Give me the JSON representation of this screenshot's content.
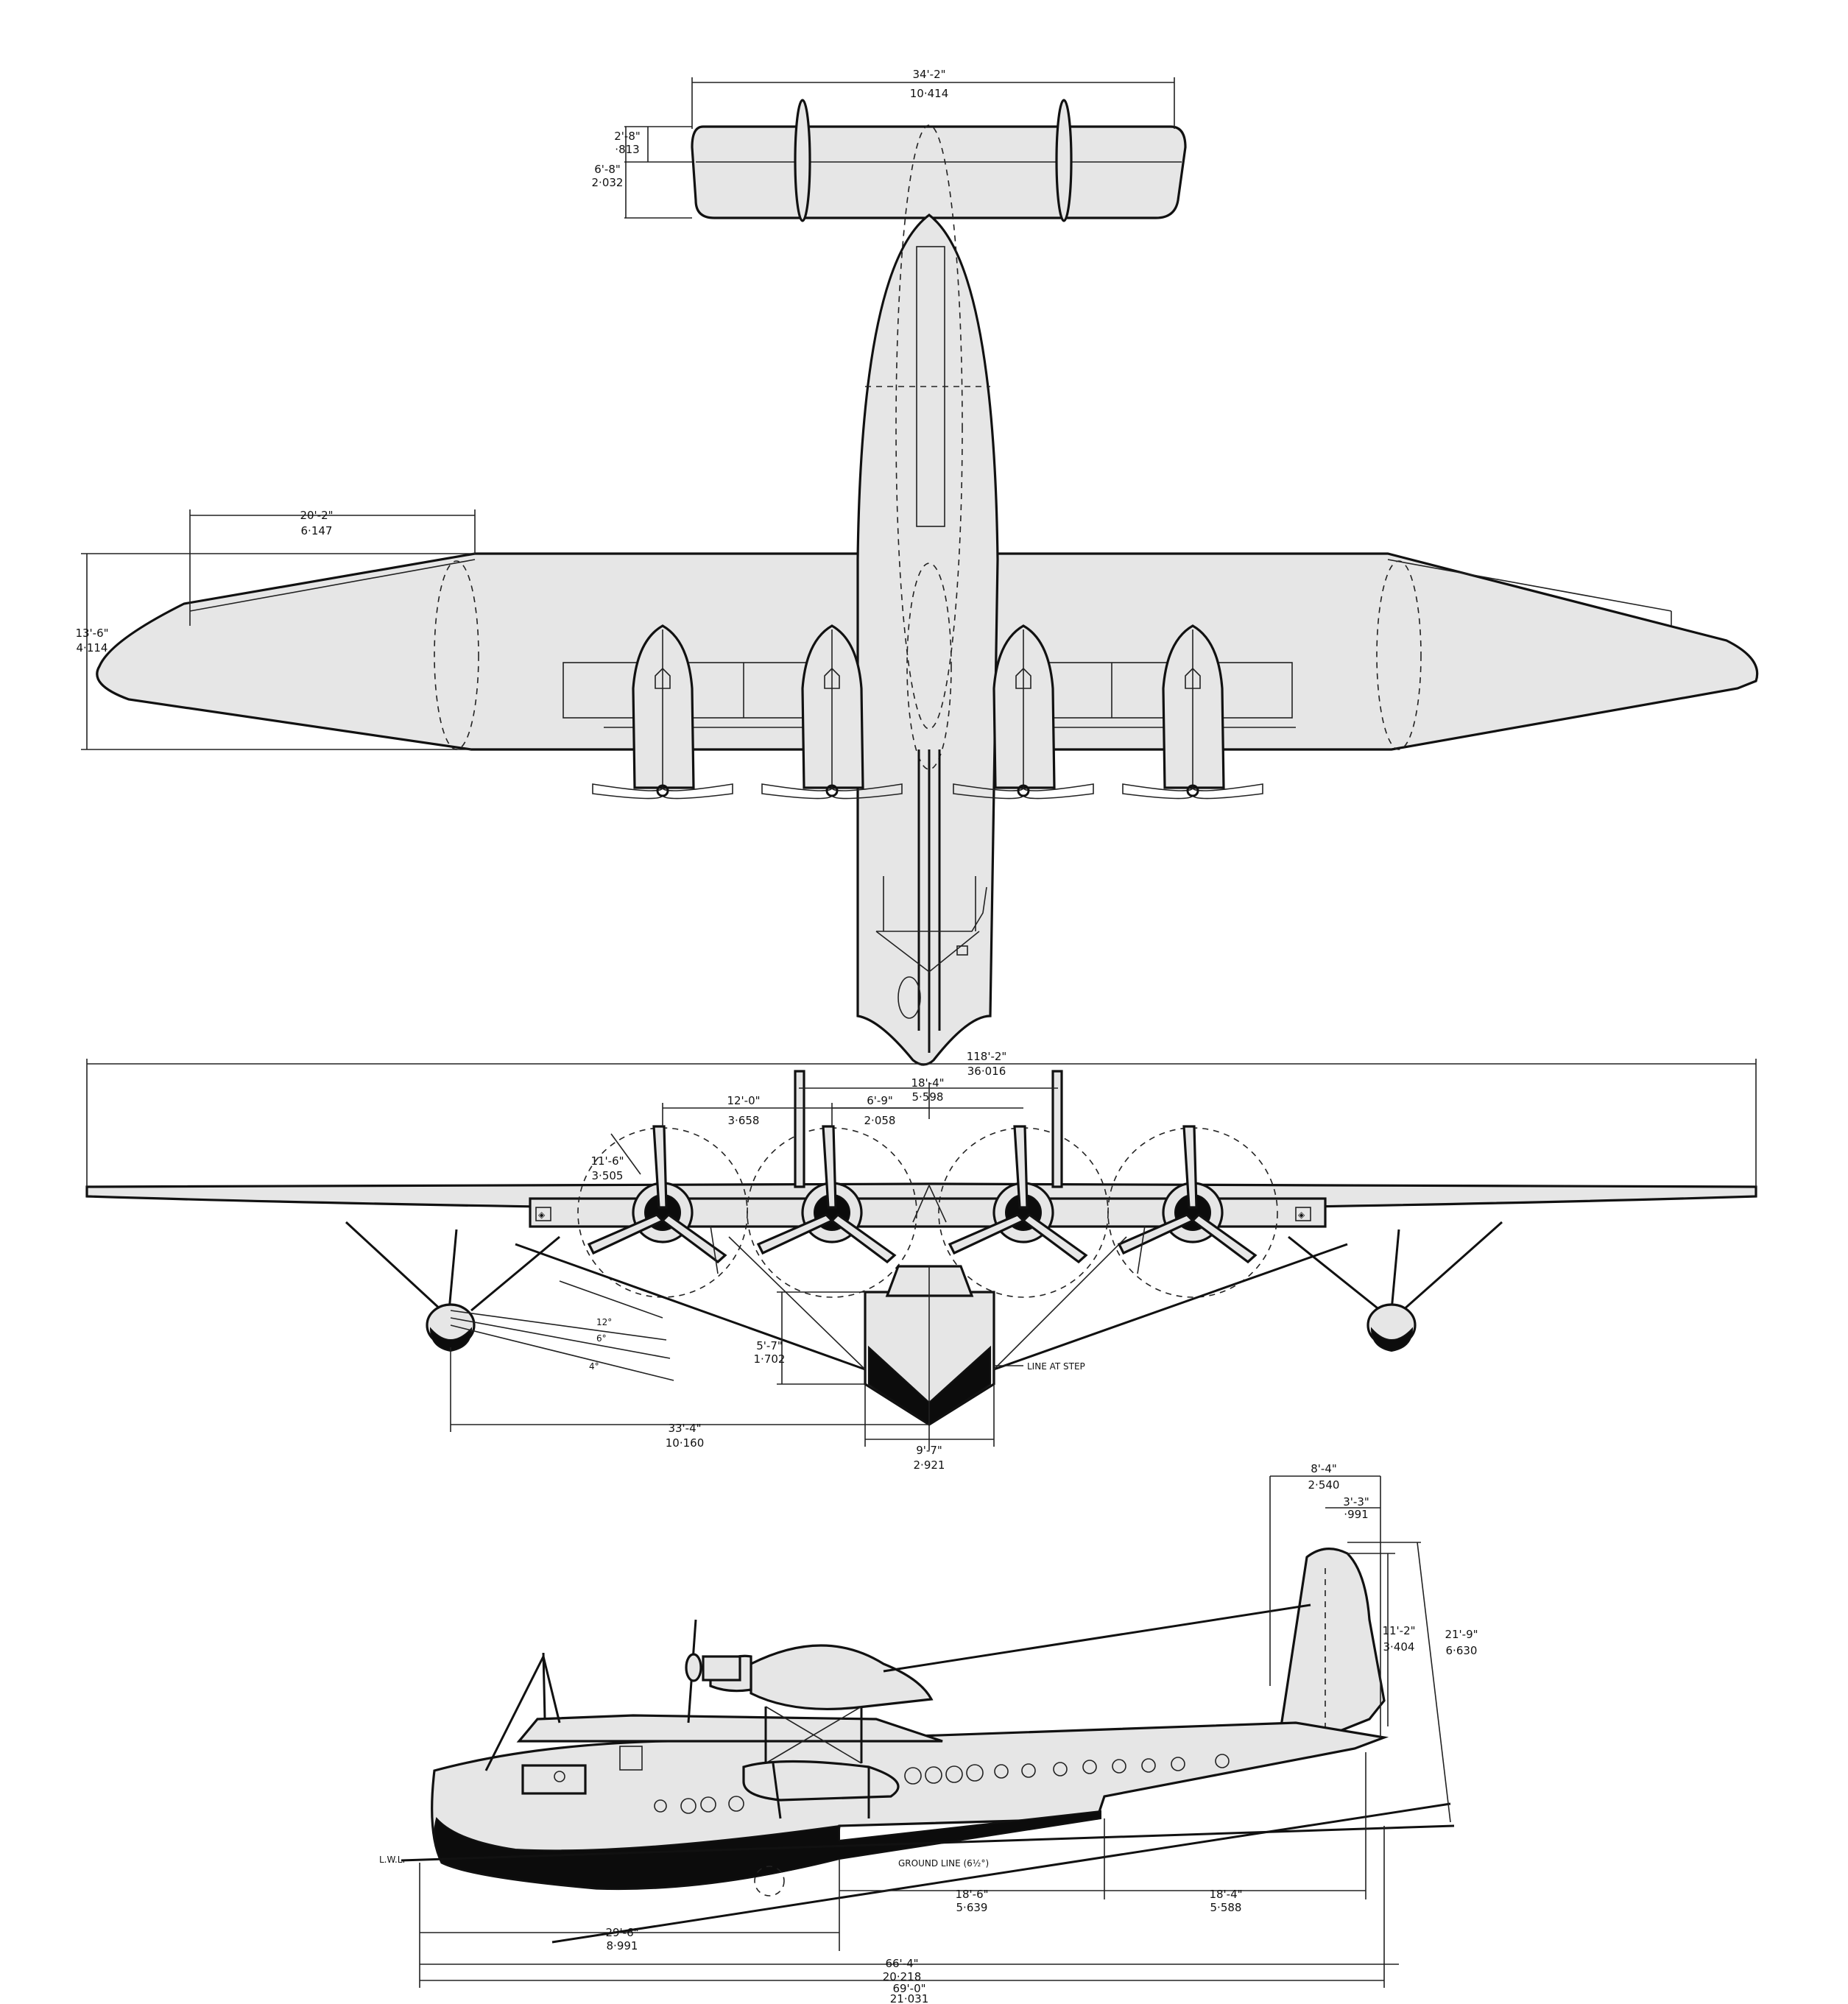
{
  "dimensions": {
    "tail_span": {
      "ft": "34'-2\"",
      "m": "10·414"
    },
    "elev_chord": {
      "ft": "2'-8\"",
      "m": "·813"
    },
    "tail_chord": {
      "ft": "6'-8\"",
      "m": "2·032"
    },
    "aileron_span": {
      "ft": "20'-2\"",
      "m": "6·147"
    },
    "wing_chord": {
      "ft": "13'-6\"",
      "m": "4·114"
    },
    "overall_span": {
      "ft": "118'-2\"",
      "m": "36·016"
    },
    "prop_spacing_out": {
      "ft": "18'-4\"",
      "m": "5·598"
    },
    "engine_spacing_a": {
      "ft": "12'-0\"",
      "m": "3·658"
    },
    "engine_spacing_b": {
      "ft": "6'-9\"",
      "m": "2·058"
    },
    "prop_diameter": {
      "ft": "11'-6\"",
      "m": "3·505"
    },
    "float_track": {
      "ft": "33'-4\"",
      "m": "10·160"
    },
    "hull_beam": {
      "ft": "9'-7\"",
      "m": "2·921"
    },
    "hull_height": {
      "ft": "5'-7\"",
      "m": "1·702"
    },
    "fin_chord": {
      "ft": "8'-4\"",
      "m": "2·540"
    },
    "rudder_chord": {
      "ft": "3'-3\"",
      "m": "·991"
    },
    "fin_height": {
      "ft": "11'-2\"",
      "m": "3·404"
    },
    "overall_height": {
      "ft": "21'-9\"",
      "m": "6·630"
    },
    "step_to_rear": {
      "ft": "18'-6\"",
      "m": "5·639"
    },
    "rear_step": {
      "ft": "18'-4\"",
      "m": "5·588"
    },
    "bow_to_step": {
      "ft": "29'-6\"",
      "m": "8·991"
    },
    "waterline_len": {
      "ft": "66'-4\"",
      "m": "20·218"
    },
    "overall_length": {
      "ft": "69'-0\"",
      "m": "21·031"
    }
  },
  "angles": {
    "a": "12°",
    "b": "6°",
    "c": "4°"
  },
  "labels": {
    "line_at_step": "LINE AT STEP",
    "ground_line": "GROUND LINE (6½°)",
    "lwl": "L.W.L."
  }
}
